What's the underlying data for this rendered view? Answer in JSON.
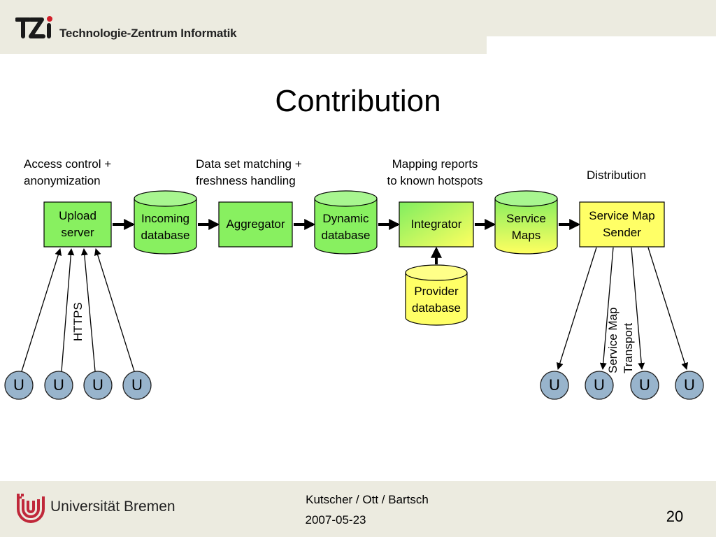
{
  "header": {
    "logo_text": "TZi",
    "institute": "Technologie-Zentrum Informatik"
  },
  "slide": {
    "title": "Contribution"
  },
  "captions": {
    "access": [
      "Access control +",
      "anonymization"
    ],
    "matching": [
      "Data set matching +",
      "freshness handling"
    ],
    "mapping": [
      "Mapping reports",
      "to known hotspots"
    ],
    "distribution": "Distribution"
  },
  "nodes": {
    "upload_server": {
      "label": [
        "Upload",
        "server"
      ],
      "shape": "box",
      "fill": "#88f060"
    },
    "incoming_db": {
      "label": [
        "Incoming",
        "database"
      ],
      "shape": "cylinder",
      "fill": "#88f060"
    },
    "aggregator": {
      "label": [
        "Aggregator"
      ],
      "shape": "box",
      "fill": "#88f060"
    },
    "dynamic_db": {
      "label": [
        "Dynamic",
        "database"
      ],
      "shape": "cylinder",
      "fill": "#88f060"
    },
    "integrator": {
      "label": [
        "Integrator"
      ],
      "shape": "box",
      "fill": "gradient-green-yellow"
    },
    "service_maps": {
      "label": [
        "Service",
        "Maps"
      ],
      "shape": "cylinder",
      "fill": "gradient-green-yellow"
    },
    "service_map_sender": {
      "label": [
        "Service Map",
        "Sender"
      ],
      "shape": "box",
      "fill": "#ffff66"
    },
    "provider_db": {
      "label": [
        "Provider",
        "database"
      ],
      "shape": "cylinder",
      "fill": "#ffff66"
    }
  },
  "edges": [
    {
      "from": "upload_server",
      "to": "incoming_db"
    },
    {
      "from": "incoming_db",
      "to": "aggregator"
    },
    {
      "from": "aggregator",
      "to": "dynamic_db"
    },
    {
      "from": "dynamic_db",
      "to": "integrator"
    },
    {
      "from": "integrator",
      "to": "service_maps"
    },
    {
      "from": "service_maps",
      "to": "service_map_sender"
    },
    {
      "from": "provider_db",
      "to": "integrator"
    }
  ],
  "users": {
    "label": "U",
    "left_count": 4,
    "right_count": 4,
    "user_fill": "#98b4cc"
  },
  "edge_labels": {
    "upload": "HTTPS",
    "download": [
      "Service Map",
      "Transport"
    ]
  },
  "footer": {
    "university": "Universität Bremen",
    "authors": "Kutscher / Ott / Bartsch",
    "date": "2007-05-23",
    "page": "20"
  },
  "colors": {
    "band": "#ecebe0",
    "green": "#88f060",
    "yellow": "#ffff66",
    "brand_red": "#c0283a"
  }
}
